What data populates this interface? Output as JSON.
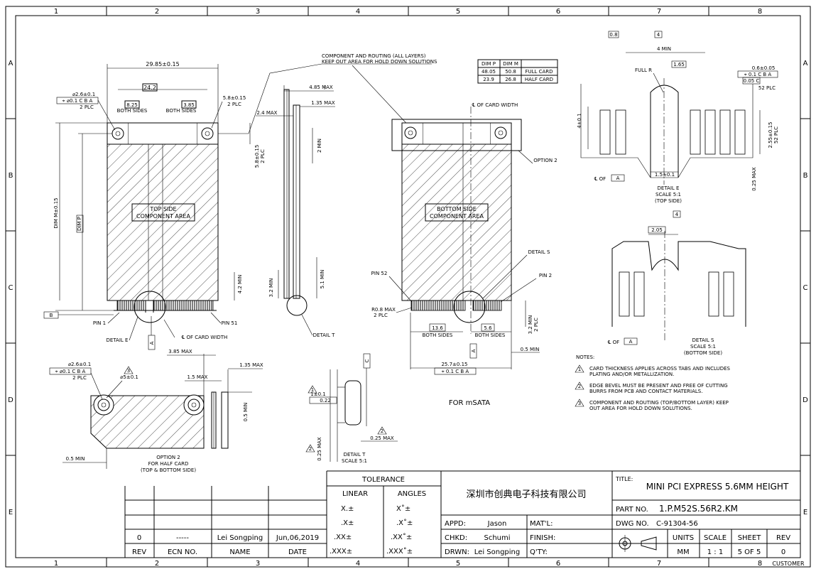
{
  "border": {
    "columns": [
      "1",
      "2",
      "3",
      "4",
      "5",
      "6",
      "7",
      "8"
    ],
    "rows": [
      "A",
      "B",
      "C",
      "D",
      "E"
    ],
    "customer": "CUSTOMER"
  },
  "top_view": {
    "overall_width": "29.85±0.15",
    "inner_width": "24.2",
    "hole_label_1": "⌀2.6±0.1",
    "hole_label_2": "⌖ ⌀0.1 C B A",
    "hole_label_3": "2 PLC",
    "left_offset": "8.25",
    "right_offset": "3.85",
    "both_sides_1": "BOTH SIDES",
    "both_sides_2": "BOTH SIDES",
    "edge_dim": "5.8±0.15",
    "edge_plc": "2 PLC",
    "vert_dim": "5.8±0.15",
    "vert_plc": "2 PLC",
    "dim_m": "DIM M±0.15",
    "dim_p": "DIM P",
    "area_line1": "TOP SIDE",
    "area_line2": "COMPONENT AREA",
    "pin1": "PIN 1",
    "pin51": "PIN 51",
    "min_42": "4.2 MIN",
    "datum_b": "B",
    "datum_a": "A",
    "detail_e": "DETAIL E",
    "cl_card": "℄ OF CARD WIDTH"
  },
  "side_view": {
    "max_485": "4.85 MAX",
    "max_135": "1.35 MAX",
    "max_24": "2.4 MAX",
    "min_2": "2 MIN",
    "min_32": "3.2 MIN",
    "min_51": "5.1 MIN",
    "detail_t": "DETAIL T"
  },
  "keepout_note": [
    "COMPONENT AND ROUTING (ALL LAYERS)",
    "KEEP OUT AREA FOR HOLD DOWN SOLUTIONS"
  ],
  "dim_table": {
    "headers": [
      "DIM P",
      "DIM M",
      ""
    ],
    "rows": [
      [
        "48.05",
        "50.8",
        "FULL CARD"
      ],
      [
        "23.9",
        "26.8",
        "HALF CARD"
      ]
    ]
  },
  "bottom_view": {
    "cl_card": "℄ OF CARD WIDTH",
    "option2": "OPTION 2",
    "area_line1": "BOTTOM SIDE",
    "area_line2": "COMPONENT AREA",
    "detail_s": "DETAIL S",
    "pin52": "PIN 52",
    "pin2": "PIN 2",
    "r08": "R0.8 MAX",
    "r08_plc": "2 PLC",
    "dim_136": "13.6",
    "dim_56": "5.6",
    "both_sides_1": "BOTH SIDES",
    "both_sides_2": "BOTH SIDES",
    "min_32": "3.2 MIN",
    "min_32_plc": "2 PLC",
    "min_05": "0.5 MIN",
    "datum_a": "A",
    "width": "25.7±0.15",
    "width_tol": "⌖ 0.1 C B A",
    "for_msata": "FOR mSATA"
  },
  "detail_e": {
    "dim_08": "0.8",
    "dim_4": "4",
    "min_4": "4 MIN",
    "dim_165": "1.65",
    "full_r": "FULL R",
    "tol_1": "0.6±0.05",
    "tol_2": "⌖ 0.1 C B A",
    "tol_3": "0.05 C",
    "plc_52": "52 PLC",
    "dim_4_01": "4±0.1",
    "dim_255": "2.55±0.15",
    "plc_52b": "52 PLC",
    "dim_15": "1.5±0.1",
    "max_025": "0.25 MAX",
    "cl": "℄ OF",
    "datum_a": "A",
    "title": "DETAIL E",
    "scale": "SCALE 5:1",
    "side": "(TOP SIDE)"
  },
  "detail_s": {
    "dim_4": "4",
    "dim_205": "2.05",
    "cl": "℄ OF",
    "datum_a": "A",
    "title": "DETAIL S",
    "scale": "SCALE 5:1",
    "side": "(BOTTOM SIDE)"
  },
  "notes": {
    "heading": "NOTES:",
    "items": [
      {
        "num": "1",
        "line1": "CARD THICKNESS APPLIES ACROSS TABS AND INCLUDES",
        "line2": "PLATING AND/OR METALLIZATION."
      },
      {
        "num": "2",
        "line1": "EDGE BEVEL MUST BE PRESENT AND FREE OF CUTTING",
        "line2": "BURRS FROM PCB AND CONTACT MATERIALS."
      },
      {
        "num": "3",
        "line1": "COMPONENT AND ROUTING (TOP/BOTTOM LAYER) KEEP",
        "line2": "OUT AREA FOR HOLD DOWN SOLUTIONS."
      }
    ]
  },
  "option2_view": {
    "hole_1": "⌀2.6±0.1",
    "hole_2": "⌖ ⌀0.1 C B A",
    "hole_3": "2 PLC",
    "hole_4": "⌀5±0.1",
    "max_385": "3.85 MAX",
    "max_15": "1.5 MAX",
    "max_135": "1.35 MAX",
    "min_05a": "0.5 MIN",
    "min_05b": "0.5 MIN",
    "title1": "OPTION 2",
    "title2": "FOR HALF CARD",
    "title3": "(TOP & BOTTOM SIDE)"
  },
  "detail_t": {
    "tol_1": "1±0.1",
    "tol_2": "0.22",
    "max_025a": "0.25 MAX",
    "max_025b": "0.25 MAX",
    "datum_c": "C",
    "title": "DETAIL T",
    "scale": "SCALE 5:1"
  },
  "title_block": {
    "tolerance": "TOLERANCE",
    "linear": "LINEAR",
    "angles": "ANGLES",
    "lin_vals": [
      "X.±",
      ".X±",
      ".XX±",
      ".XXX±"
    ],
    "ang_vals": [
      "X˚±",
      ".X˚±",
      ".XX˚±",
      ".XXX˚±"
    ],
    "company": "深圳市创典电子科技有限公司",
    "appd_label": "APPD:",
    "appd": "Jason",
    "chkd_label": "CHKD:",
    "chkd": "Schumi",
    "drwn_label": "DRWN:",
    "drwn": "Lei Songping",
    "matl_label": "MAT'L:",
    "finish_label": "FINISH:",
    "qty_label": "Q'TY:",
    "title_label": "TITLE:",
    "title": "MINI PCI EXPRESS 5.6MM HEIGHT",
    "part_label": "PART NO.",
    "part": "1.P.M52S.56R2.KM",
    "dwg_label": "DWG NO.",
    "dwg": "C-91304-56",
    "units_label": "UNITS",
    "units": "MM",
    "scale_label": "SCALE",
    "scale": "1 : 1",
    "sheet_label": "SHEET",
    "sheet": "5 OF 5",
    "rev_label": "REV",
    "rev": "0",
    "revision": {
      "rev": "0",
      "ecn": "-----",
      "name": "Lei Songping",
      "date": "Jun,06,2019"
    },
    "rev_headers": {
      "rev": "REV",
      "ecn": "ECN NO.",
      "name": "NAME",
      "date": "DATE"
    }
  }
}
